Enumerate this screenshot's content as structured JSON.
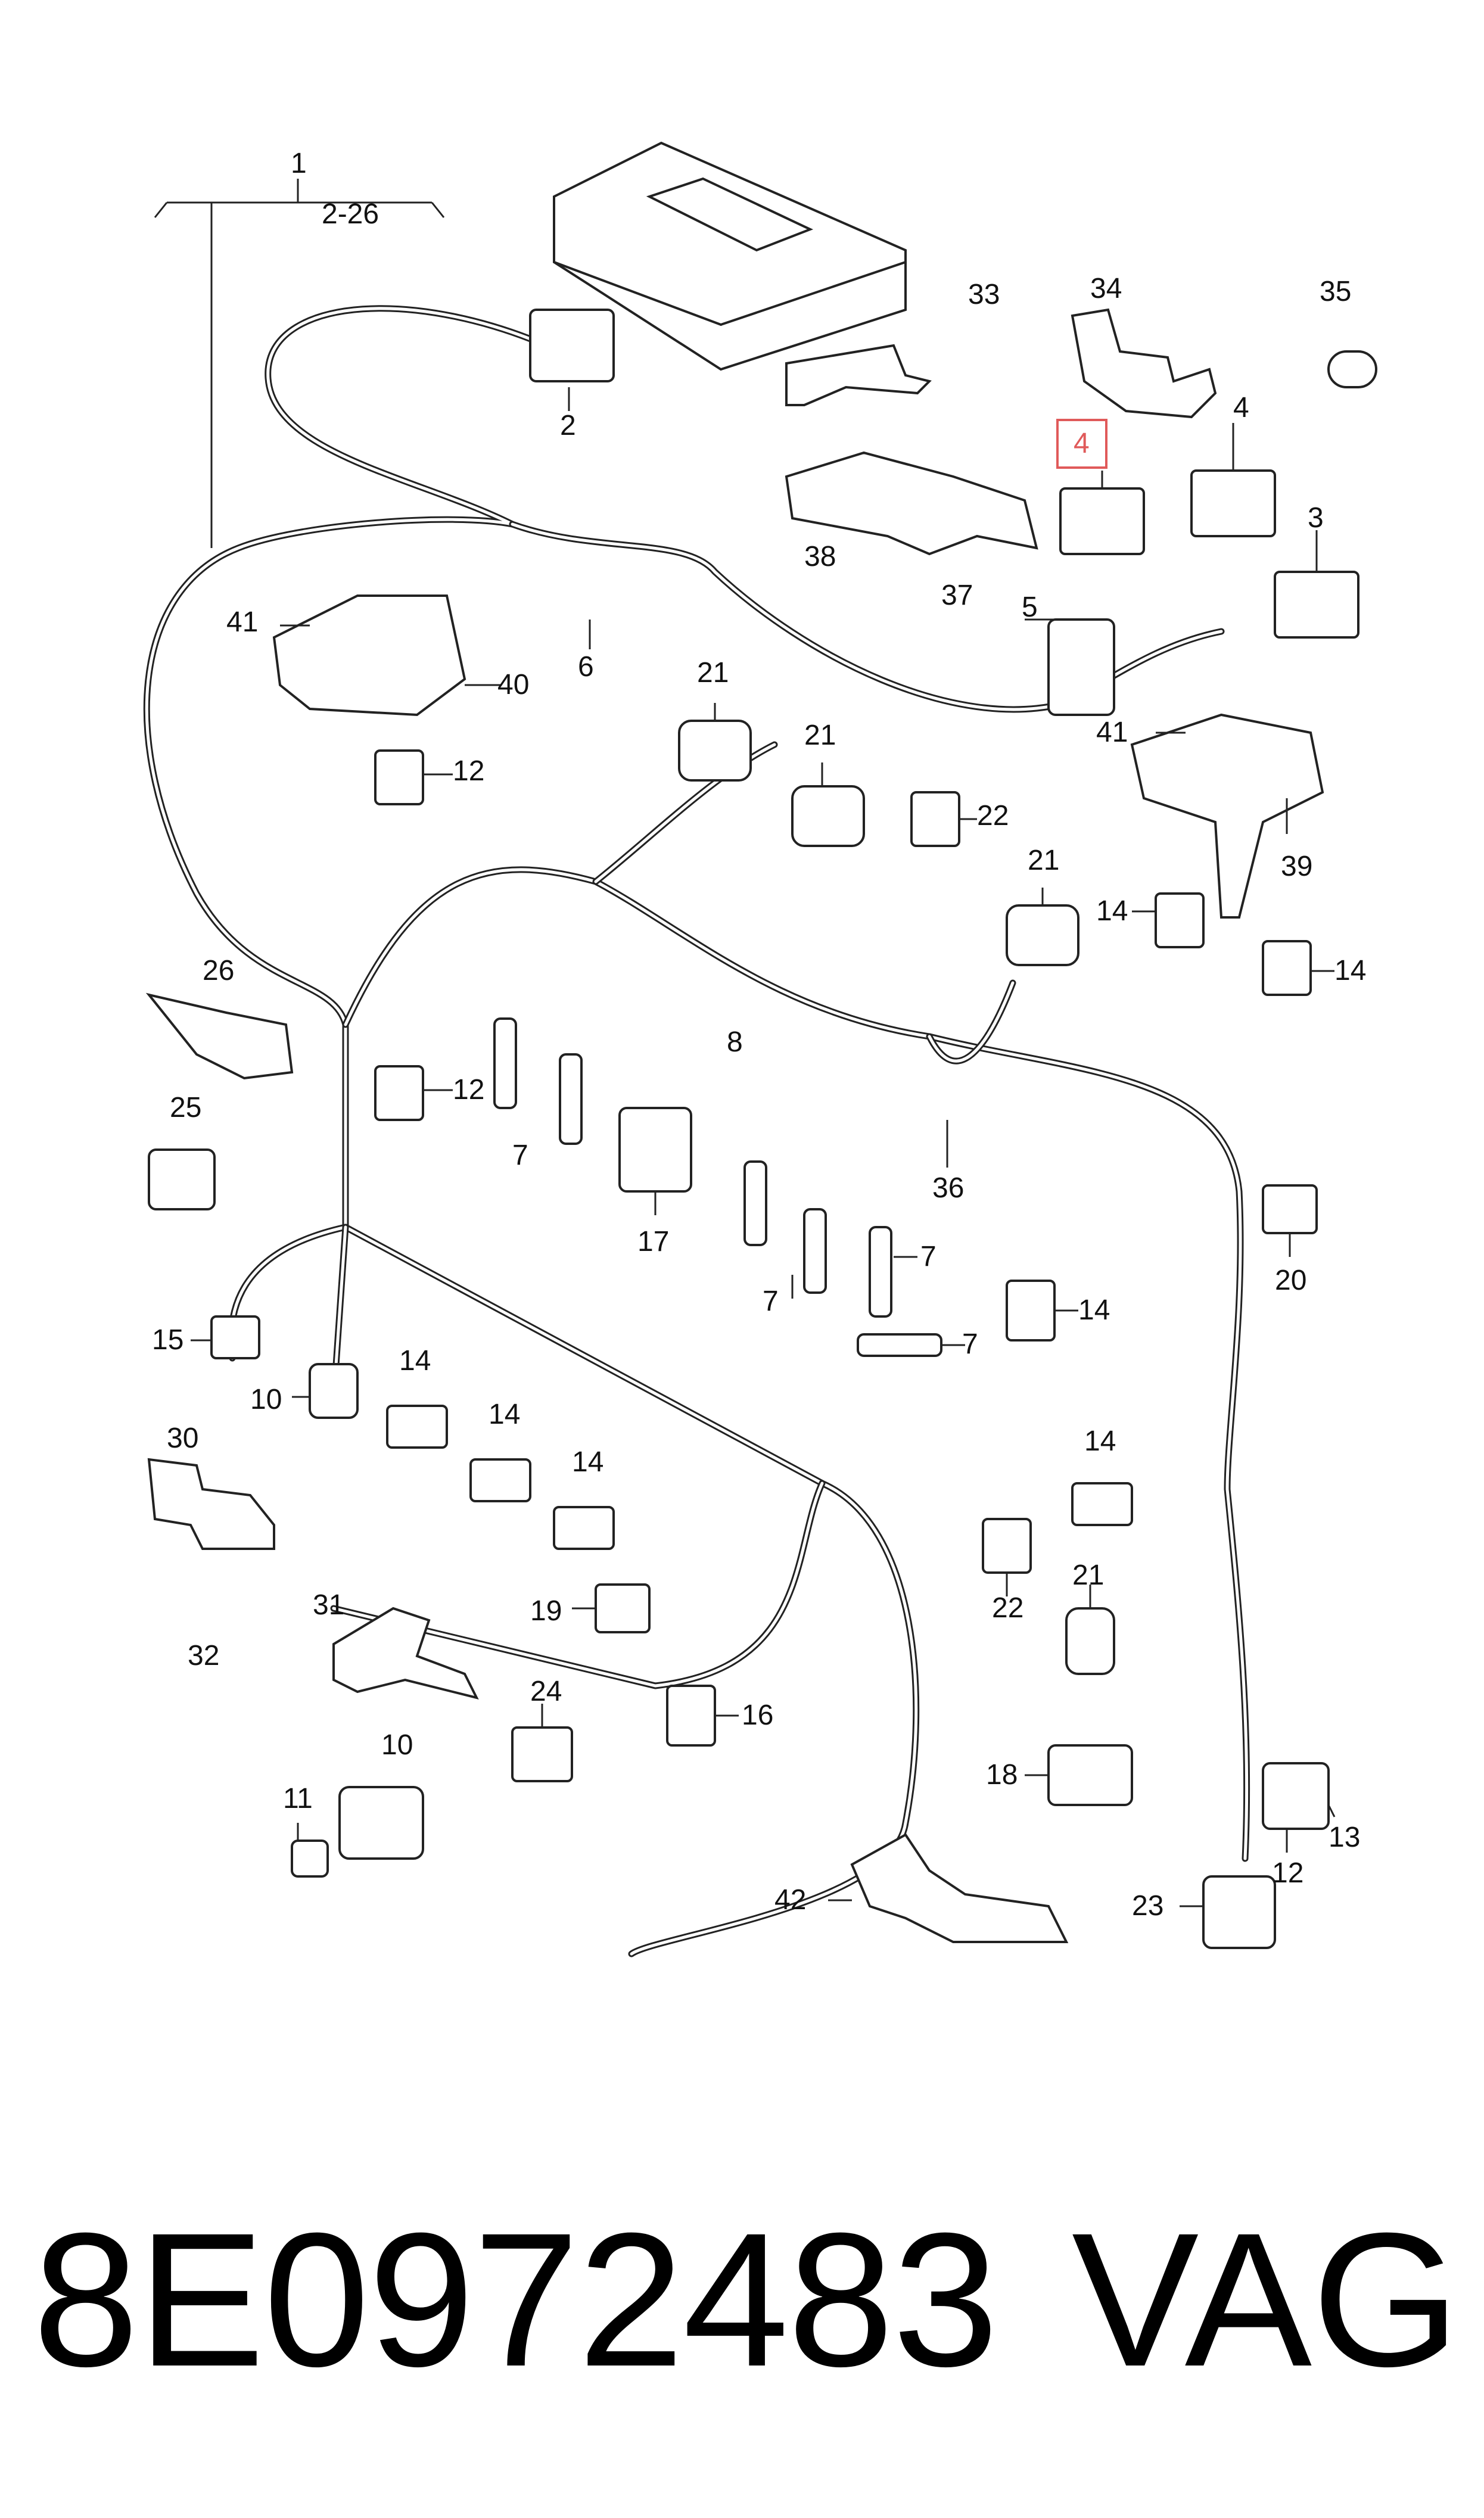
{
  "diagram": {
    "group_label": "1",
    "group_range": "2-26",
    "highlight_color": "#e05a5a",
    "highlighted_callout": "4",
    "callouts": [
      {
        "id": "c2",
        "text": "2"
      },
      {
        "id": "c6",
        "text": "6"
      },
      {
        "id": "c33",
        "text": "33"
      },
      {
        "id": "c34",
        "text": "34"
      },
      {
        "id": "c35",
        "text": "35"
      },
      {
        "id": "c4a",
        "text": "4"
      },
      {
        "id": "c4b",
        "text": "4"
      },
      {
        "id": "c3",
        "text": "3"
      },
      {
        "id": "c38",
        "text": "38"
      },
      {
        "id": "c37",
        "text": "37"
      },
      {
        "id": "c5",
        "text": "5"
      },
      {
        "id": "c41a",
        "text": "41"
      },
      {
        "id": "c40",
        "text": "40"
      },
      {
        "id": "c41b",
        "text": "41"
      },
      {
        "id": "c39",
        "text": "39"
      },
      {
        "id": "c12a",
        "text": "12"
      },
      {
        "id": "c21a",
        "text": "21"
      },
      {
        "id": "c21b",
        "text": "21"
      },
      {
        "id": "c22a",
        "text": "22"
      },
      {
        "id": "c21c",
        "text": "21"
      },
      {
        "id": "c14a",
        "text": "14"
      },
      {
        "id": "c14b",
        "text": "14"
      },
      {
        "id": "c26",
        "text": "26"
      },
      {
        "id": "c8",
        "text": "8"
      },
      {
        "id": "c12b",
        "text": "12"
      },
      {
        "id": "c25",
        "text": "25"
      },
      {
        "id": "c7a",
        "text": "7"
      },
      {
        "id": "c17",
        "text": "17"
      },
      {
        "id": "c36",
        "text": "36"
      },
      {
        "id": "c20",
        "text": "20"
      },
      {
        "id": "c7b",
        "text": "7"
      },
      {
        "id": "c7c",
        "text": "7"
      },
      {
        "id": "c15",
        "text": "15"
      },
      {
        "id": "c10a",
        "text": "10"
      },
      {
        "id": "c14c",
        "text": "14"
      },
      {
        "id": "c14d",
        "text": "14"
      },
      {
        "id": "c14e",
        "text": "14"
      },
      {
        "id": "c7d",
        "text": "7"
      },
      {
        "id": "c14f",
        "text": "14"
      },
      {
        "id": "c14g",
        "text": "14"
      },
      {
        "id": "c30",
        "text": "30"
      },
      {
        "id": "c22b",
        "text": "22"
      },
      {
        "id": "c31",
        "text": "31"
      },
      {
        "id": "c19",
        "text": "19"
      },
      {
        "id": "c21d",
        "text": "21"
      },
      {
        "id": "c32",
        "text": "32"
      },
      {
        "id": "c24",
        "text": "24"
      },
      {
        "id": "c16",
        "text": "16"
      },
      {
        "id": "c10b",
        "text": "10"
      },
      {
        "id": "c18",
        "text": "18"
      },
      {
        "id": "c11",
        "text": "11"
      },
      {
        "id": "c13",
        "text": "13"
      },
      {
        "id": "c12c",
        "text": "12"
      },
      {
        "id": "c42",
        "text": "42"
      },
      {
        "id": "c23",
        "text": "23"
      }
    ]
  },
  "footer": {
    "part_number": "8E0972483",
    "brand": "VAG"
  }
}
